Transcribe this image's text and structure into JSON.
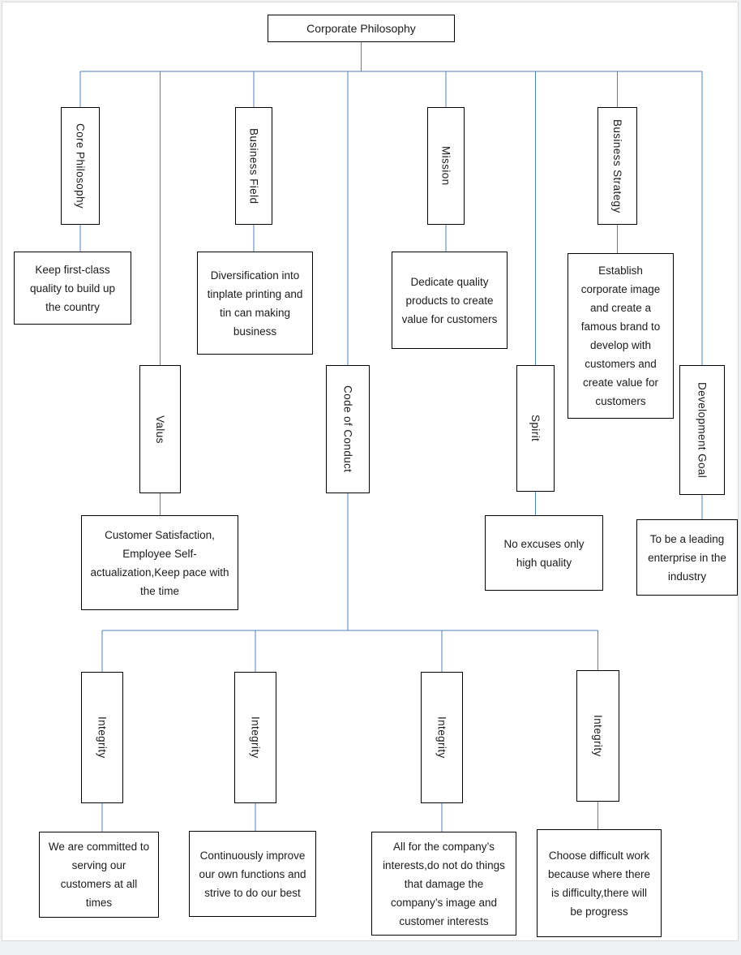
{
  "diagram": {
    "type": "flowchart",
    "line_color": "#4f81bd",
    "box_border_color": "#000000",
    "background_color": "#ffffff"
  },
  "root": {
    "label": "Corporate Philosophy"
  },
  "branches": [
    {
      "label": "Core Philosophy",
      "description": "Keep first-class quality to build up the country"
    },
    {
      "label": "Business Field",
      "description": "Diversification into tinplate printing and tin can making business"
    },
    {
      "label": "Mission",
      "description": "Dedicate quality products to create value for customers"
    },
    {
      "label": "Business Strategy",
      "description": "Establish corporate image and create a famous brand to develop with customers and create value for customers"
    },
    {
      "label": "Valus",
      "description": "Customer Satisfaction, Employee Self-actualization,Keep pace with the time"
    },
    {
      "label": "Code of Conduct",
      "description": ""
    },
    {
      "label": "Spirit",
      "description": "No excuses only high quality"
    },
    {
      "label": "Development Goal",
      "description": "To be a leading enterprise in the industry"
    }
  ],
  "code_of_conduct_children": [
    {
      "label": "Integrity",
      "description": "We are committed to serving our customers at all times"
    },
    {
      "label": "Integrity",
      "description": "Continuously improve our own functions and strive to do our best"
    },
    {
      "label": "Integrity",
      "description": "All for the company’s interests,do not do things that damage the company’s image and customer interests"
    },
    {
      "label": "Integrity",
      "description": "Choose difficult work because where there is difficulty,there will be progress"
    }
  ]
}
